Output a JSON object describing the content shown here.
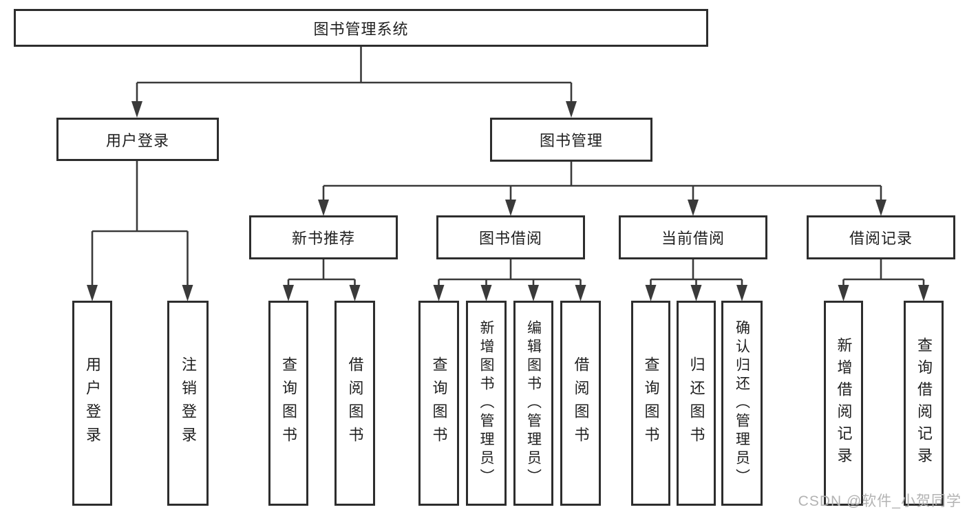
{
  "tree": {
    "root": {
      "label": "图书管理系统"
    },
    "branches": [
      {
        "label": "用户登录",
        "children": [
          {
            "label": "用户登录"
          },
          {
            "label": "注销登录"
          }
        ]
      },
      {
        "label": "图书管理",
        "children": [
          {
            "label": "新书推荐",
            "children": [
              {
                "label": "查询图书"
              },
              {
                "label": "借阅图书"
              }
            ]
          },
          {
            "label": "图书借阅",
            "children": [
              {
                "label": "查询图书"
              },
              {
                "label": "新增图书（管理员）"
              },
              {
                "label": "编辑图书（管理员）"
              },
              {
                "label": "借阅图书"
              }
            ]
          },
          {
            "label": "当前借阅",
            "children": [
              {
                "label": "查询图书"
              },
              {
                "label": "归还图书"
              },
              {
                "label": "确认归还（管理员）"
              }
            ]
          },
          {
            "label": "借阅记录",
            "children": [
              {
                "label": "新增借阅记录"
              },
              {
                "label": "查询借阅记录"
              }
            ]
          }
        ]
      }
    ]
  },
  "watermark": {
    "text": "CSDN @软件_小贺同学"
  },
  "colors": {
    "line": "#3a3a3a",
    "border": "#2d2d2d",
    "text": "#1f1f1f",
    "watermark": "#b3b3b3"
  }
}
